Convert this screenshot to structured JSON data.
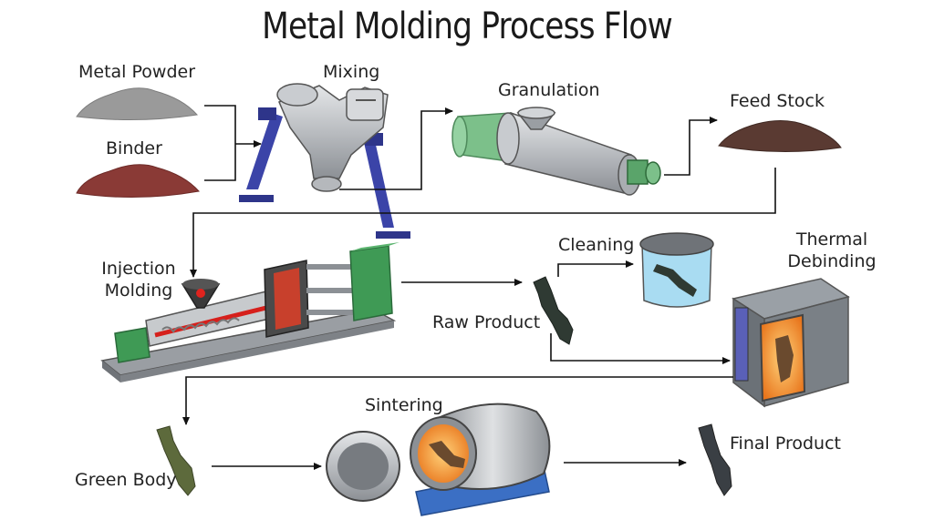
{
  "title": "Metal Molding Process Flow",
  "steps": {
    "metal_powder": "Metal Powder",
    "binder": "Binder",
    "mixing": "Mixing",
    "granulation": "Granulation",
    "feed_stock": "Feed Stock",
    "injection_molding_line1": "Injection",
    "injection_molding_line2": "Molding",
    "raw_product": "Raw Product",
    "cleaning": "Cleaning",
    "thermal_debinding_line1": "Thermal",
    "thermal_debinding_line2": "Debinding",
    "green_body": "Green Body",
    "sintering": "Sintering",
    "final_product": "Final Product"
  },
  "colors": {
    "metal_powder": "#9a9a9a",
    "binder": "#8a3a36",
    "feed_stock": "#5a3a32",
    "machine_frame": "#3b44a8",
    "tube_green": "#7cc08a",
    "cleaning_liquid": "#a9dcf2",
    "oven_glow": "#f08a2a",
    "sinter_stand": "#3b6fc4",
    "part_dark": "#2f3a33",
    "green_body_part": "#5d6a3c"
  }
}
